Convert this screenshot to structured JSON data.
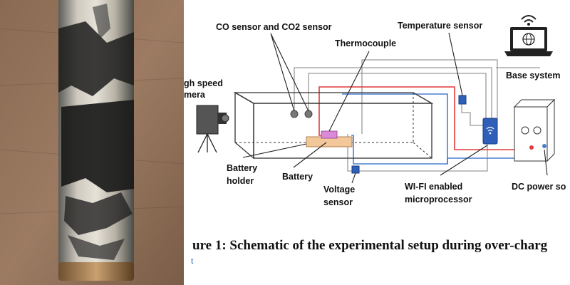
{
  "labels": {
    "co_sensor": "CO sensor and CO2 sensor",
    "temperature_sensor": "Temperature sensor",
    "thermocouple": "Thermocouple",
    "base_system": "Base system",
    "camera_line1": "gh speed",
    "camera_line2": "mera",
    "battery_holder_line1": "Battery",
    "battery_holder_line2": "holder",
    "battery": "Battery",
    "voltage_sensor_line1": "Voltage",
    "voltage_sensor_line2": "sensor",
    "microprocessor_line1": "WI-FI enabled",
    "microprocessor_line2": "microprocessor",
    "dc_power_source": "DC power so"
  },
  "caption": "ure 1: Schematic of the experimental setup during over-charg",
  "caption_tail": "t",
  "colors": {
    "red_wire": "#e23a3a",
    "blue_wire": "#4a7fd0",
    "gray_wire": "#9a9a9a",
    "component_blue": "#2f5fb8",
    "battery_holder": "#f2c89a",
    "battery_terminal": "#d98ad8"
  },
  "icons": [
    "laptop-icon",
    "globe-icon",
    "wifi-icon",
    "camera-icon",
    "dc-power-supply-icon"
  ]
}
